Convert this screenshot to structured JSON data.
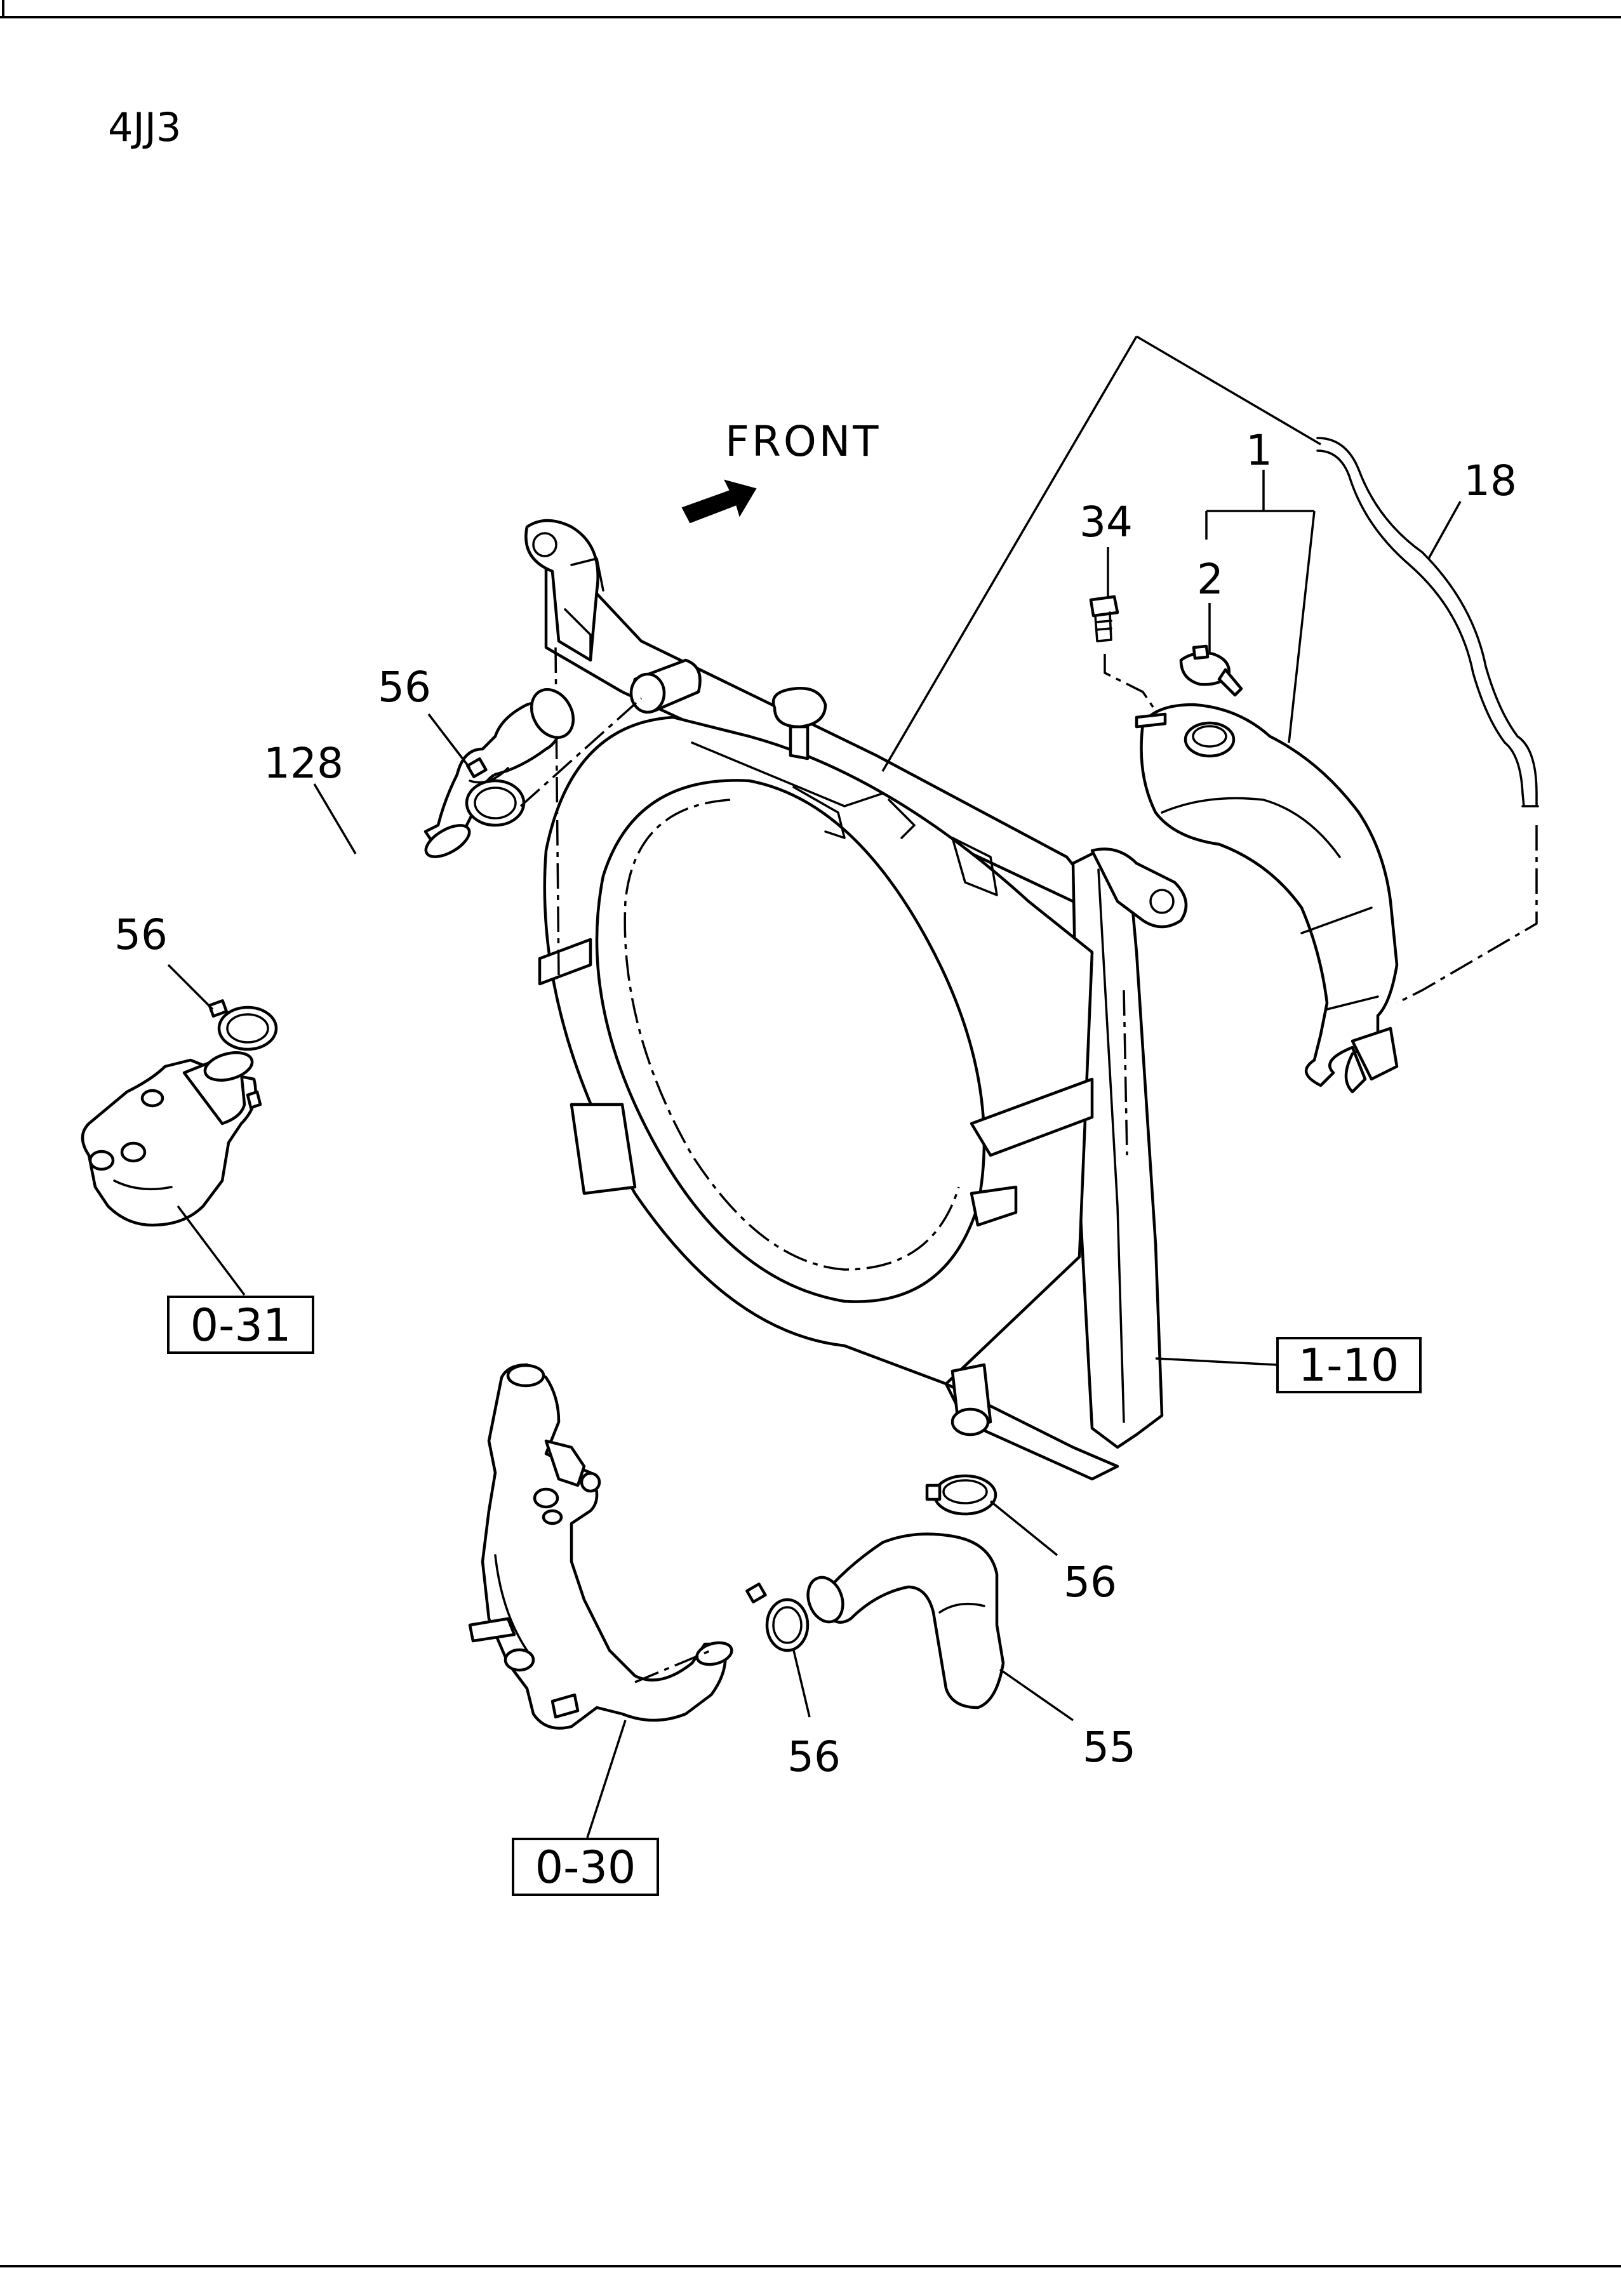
{
  "engine_code": "4JJ3",
  "direction_label": "FRONT",
  "callouts": {
    "tank": "1",
    "cap": "2",
    "bolt": "34",
    "overflow_hose": "18",
    "clamp_upper_rad": "56",
    "upper_hose": "128",
    "clamp_upper_outlet": "56",
    "clamp_lower_rad": "56",
    "lower_hose": "55",
    "clamp_lower_pipe": "56"
  },
  "references": {
    "thermostat_housing": "0-31",
    "water_pipe": "0-30",
    "radiator": "1-10"
  },
  "icons": {
    "direction_arrow": "arrow-icon"
  }
}
